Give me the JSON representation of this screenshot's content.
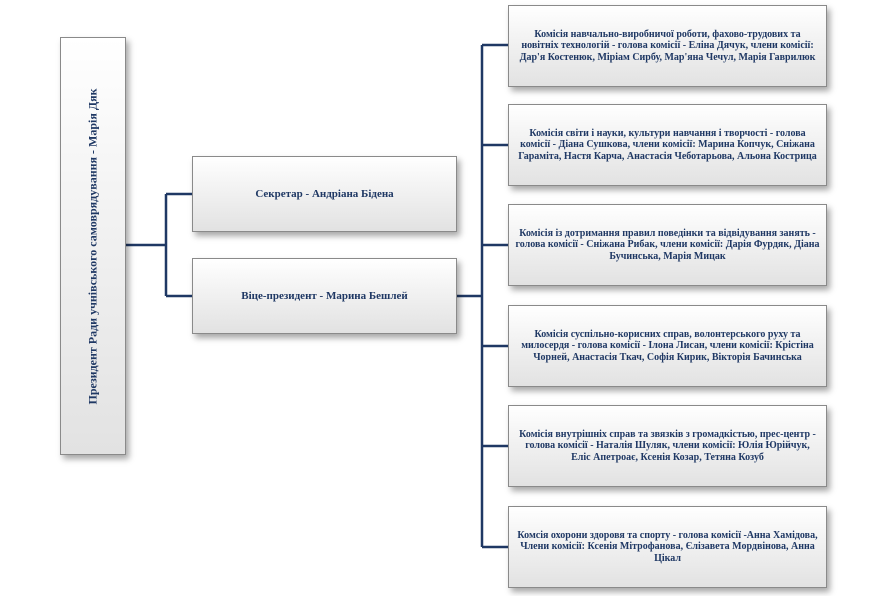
{
  "president": {
    "label": "Президент  Ради учнівського самоврядування  -  Марія  Дяк"
  },
  "secretary": {
    "label": "Секретар - Андріана Бідена"
  },
  "vice_president": {
    "label": "Віце-президент -  Марина  Бешлей"
  },
  "commissions": [
    {
      "label": "Комісія навчально-виробничої роботи, фахово-трудових та новітніх технологій - голова комісії - Еліна Дячук, члени комісії: Дар'я Костенюк, Міріам Сирбу, Мар'яна Чечул, Марія Гаврилюк"
    },
    {
      "label": "Комісія світи і науки, культури навчання і творчості - голова комісії  - Діана Сушкова, члени комісії: Марина Копчук, Сніжана Гараміта, Настя Карча, Анастасія Чеботарьова, Альона Кострица"
    },
    {
      "label": "Комісія із дотримання правил поведінки та відвідування занять - голова комісії - Сніжана Рибак, члени комісії: Дарія Фурдяк, Діана Бучинська, Марія Мицак"
    },
    {
      "label": "Комісія суспільно-корисних справ, волонтерського руху та милосердя - голова комісії - Ілона Лисан, члени комісії: Крістіна Чорней, Анастасія Ткач, Софія Кирик, Вікторія Бачинська"
    },
    {
      "label": "Комісія внутрішніх справ та звязків з громадкістью, прес-центр - голова комісії - Наталія Шуляк, члени комісії: Юлія Юрійчук, Еліс Апетроає, Ксенія Козар, Тетяна Козуб"
    },
    {
      "label": "Комсія охорони здоровя та спорту - голова комісії -Анна Хамідова, Члени комісії: Ксенія Мітрофанова, Єлізавета Мордвінова, Анна Цікал"
    }
  ]
}
